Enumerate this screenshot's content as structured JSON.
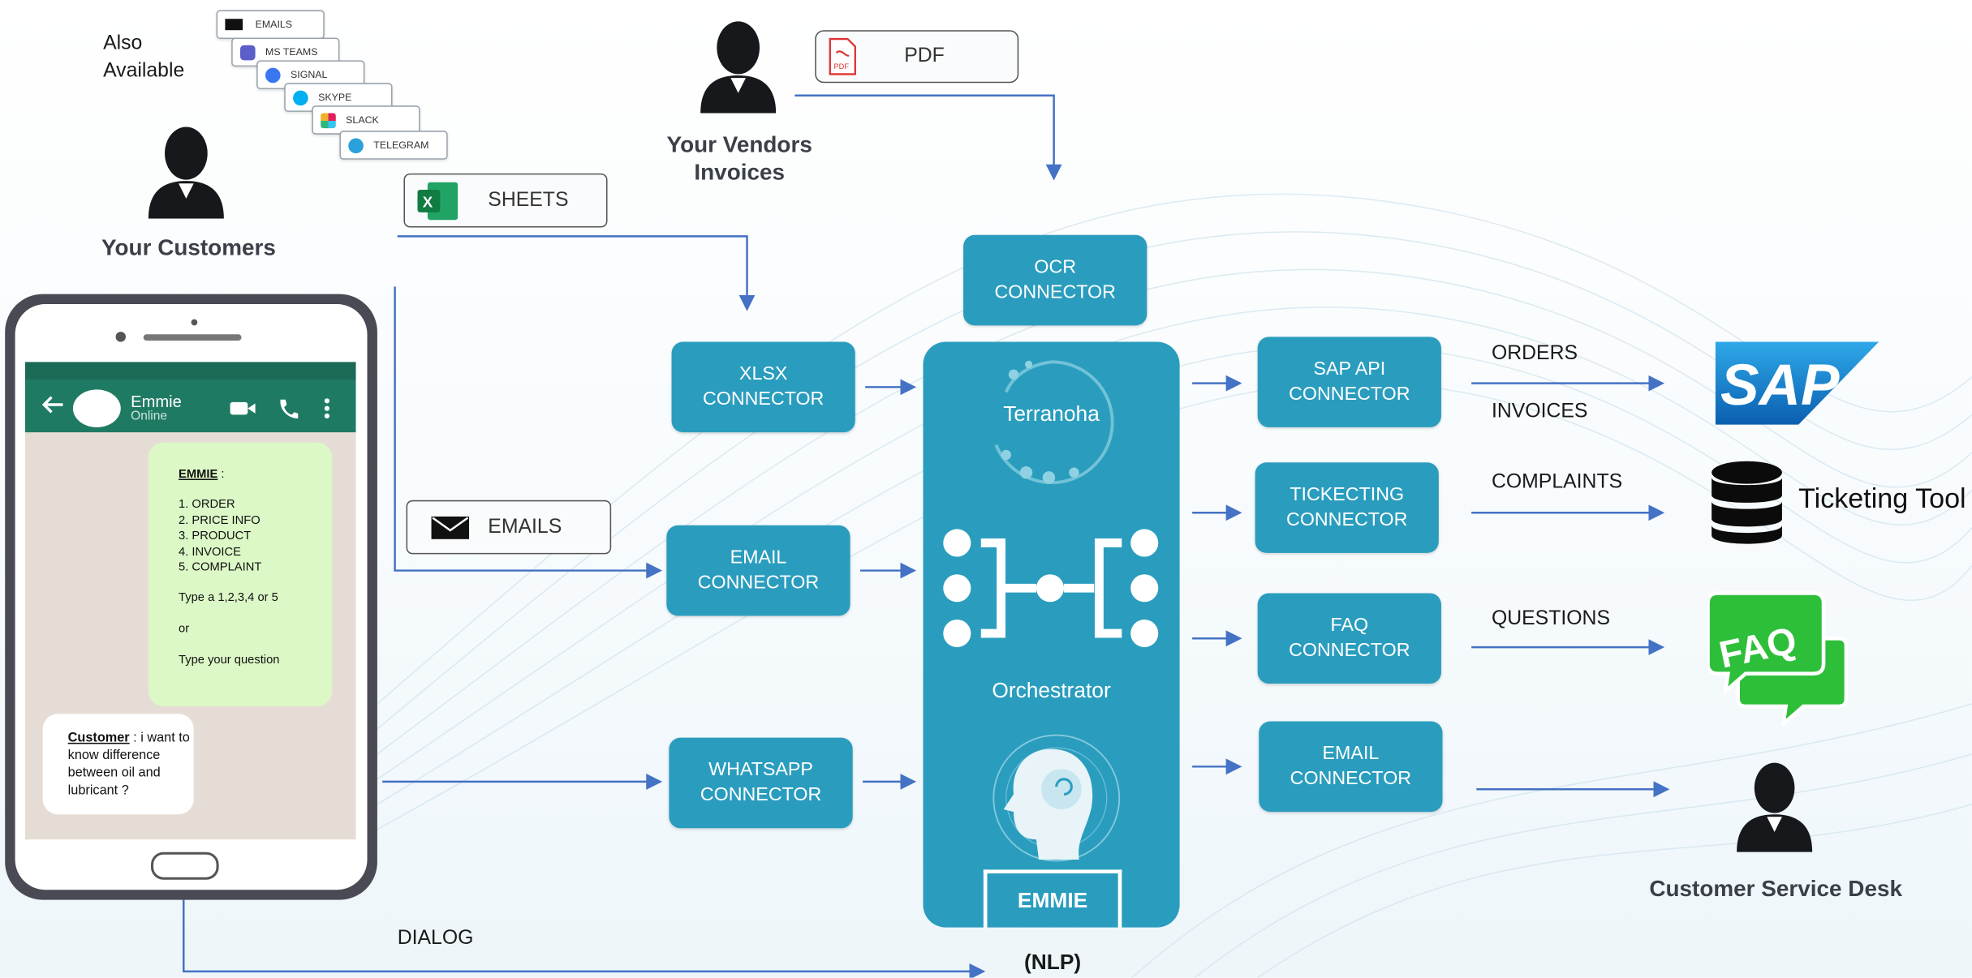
{
  "top_left": {
    "also_available": "Also\nAvailable"
  },
  "channels": [
    {
      "label": "EMAILS",
      "icon": "envelope-icon"
    },
    {
      "label": "MS TEAMS",
      "icon": "teams-icon"
    },
    {
      "label": "SIGNAL",
      "icon": "signal-icon"
    },
    {
      "label": "SKYPE",
      "icon": "skype-icon"
    },
    {
      "label": "SLACK",
      "icon": "slack-icon"
    },
    {
      "label": "TELEGRAM",
      "icon": "telegram-icon"
    }
  ],
  "actors": {
    "customers": "Your Customers",
    "vendors": "Your Vendors\nInvoices",
    "service_desk": "Customer Service Desk"
  },
  "sources": {
    "sheets": "SHEETS",
    "pdf": "PDF",
    "emails": "EMAILS"
  },
  "connectors": {
    "ocr": "OCR\nCONNECTOR",
    "xlsx": "XLSX\nCONNECTOR",
    "email_in": "EMAIL\nCONNECTOR",
    "whatsapp": "WHATSAPP\nCONNECTOR",
    "sap": "SAP API\nCONNECTOR",
    "ticketing": "TICKECTING\nCONNECTOR",
    "faq": "FAQ\nCONNECTOR",
    "email_out": "EMAIL\nCONNECTOR"
  },
  "core": {
    "terranoha": "Terranoha",
    "orchestrator": "Orchestrator",
    "emmie": "EMMIE",
    "nlp": "(NLP)"
  },
  "flows": {
    "orders": "ORDERS",
    "invoices": "INVOICES",
    "complaints": "COMPLAINTS",
    "questions": "QUESTIONS",
    "dialog": "DIALOG"
  },
  "targets": {
    "sap": "SAP",
    "ticketing": "Ticketing Tool",
    "faq": "FAQ"
  },
  "phone": {
    "contact_name": "Emmie",
    "contact_status": "Online",
    "bot_name": "EMMIE",
    "bot_colon": " :",
    "menu": [
      "1. ORDER",
      "2. PRICE INFO",
      "3. PRODUCT",
      "4. INVOICE",
      "5. COMPLAINT"
    ],
    "prompt": "Type a 1,2,3,4 or 5",
    "or": "or",
    "question": "Type your question",
    "customer_name": "Customer",
    "customer_msg": " : i want to know difference between oil and lubricant ?"
  },
  "colors": {
    "connector": "#2a9dbe",
    "arrow": "#4472c4",
    "whatsapp_header": "#1f7a63",
    "bot_bubble": "#dcf8c6",
    "faq_green": "#2ebf3a",
    "sap_blue": "#1a73c8"
  }
}
